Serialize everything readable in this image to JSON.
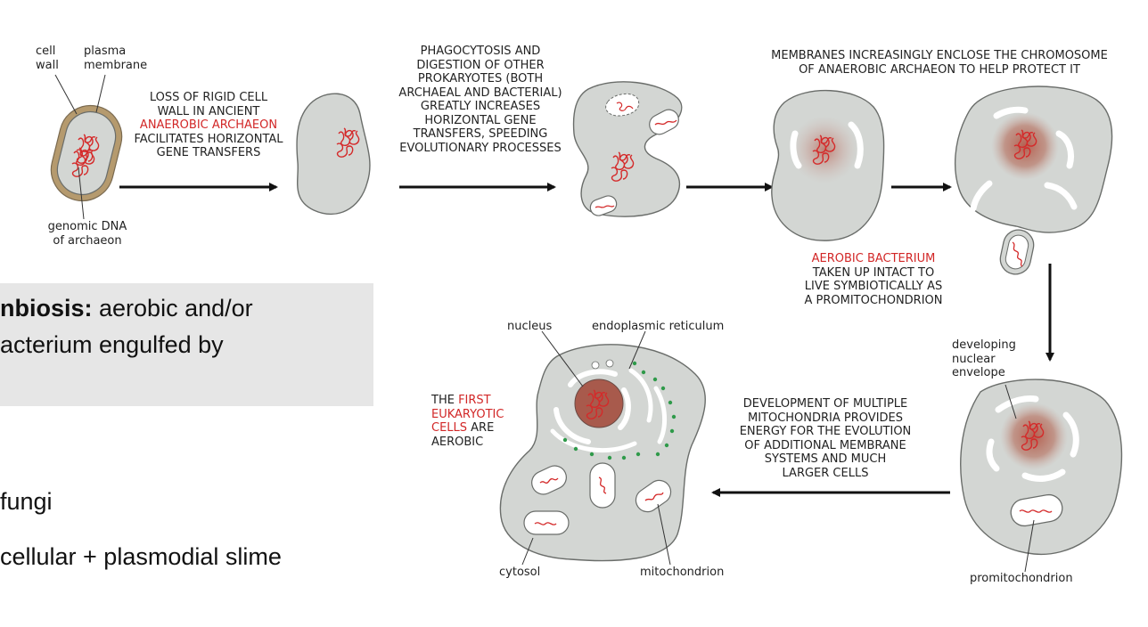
{
  "labels": {
    "cell_wall": "cell\nwall",
    "plasma_membrane": "plasma\nmembrane",
    "genomic_dna": "genomic DNA\nof archaeon",
    "nucleus": "nucleus",
    "endoplasmic_reticulum": "endoplasmic reticulum",
    "cytosol": "cytosol",
    "mitochondrion": "mitochondrion",
    "developing_nuclear_envelope": "developing\nnuclear\nenvelope",
    "promitochondrion": "promitochondrion"
  },
  "captions": {
    "step1_pre": "LOSS OF RIGID CELL\nWALL IN ANCIENT",
    "step1_red": "ANAEROBIC ARCHAEON",
    "step1_post": "FACILITATES HORIZONTAL\nGENE TRANSFERS",
    "step2": "PHAGOCYTOSIS AND\nDIGESTION OF OTHER\nPROKARYOTES (BOTH\nARCHAEAL AND BACTERIAL)\nGREATLY INCREASES\nHORIZONTAL GENE\nTRANSFERS, SPEEDING\nEVOLUTIONARY PROCESSES",
    "step3": "MEMBRANES INCREASINGLY ENCLOSE THE CHROMOSOME\nOF ANAEROBIC ARCHAEON TO HELP PROTECT IT",
    "step4_red": "AEROBIC BACTERIUM",
    "step4_post": "TAKEN UP INTACT TO\nLIVE SYMBIOTICALLY AS\nA PROMITOCHONDRION",
    "step5": "DEVELOPMENT OF MULTIPLE\nMITOCHONDRIA PROVIDES\nENERGY FOR THE EVOLUTION\nOF ADDITIONAL MEMBRANE\nSYSTEMS AND MUCH\nLARGER CELLS",
    "final_pre": "THE ",
    "final_red1": "FIRST",
    "final_red2": "EUKARYOTIC",
    "final_red3": "CELLS",
    "final_post": " ARE\nAEROBIC"
  },
  "slide": {
    "line1_bold": "nbiosis:",
    "line1_rest": " aerobic and/or",
    "line2": "acterium engulfed by",
    "line3": "fungi",
    "line4": "cellular + plasmodial slime"
  },
  "colors": {
    "cell_fill": "#d3d6d3",
    "cell_stroke": "#6a6d6a",
    "dna_red": "#d42a2a",
    "cell_wall_tan": "#b59a6e",
    "nucleus_brown": "#a85a4c",
    "er_green": "#2f9a4a",
    "arrow": "#111111"
  }
}
